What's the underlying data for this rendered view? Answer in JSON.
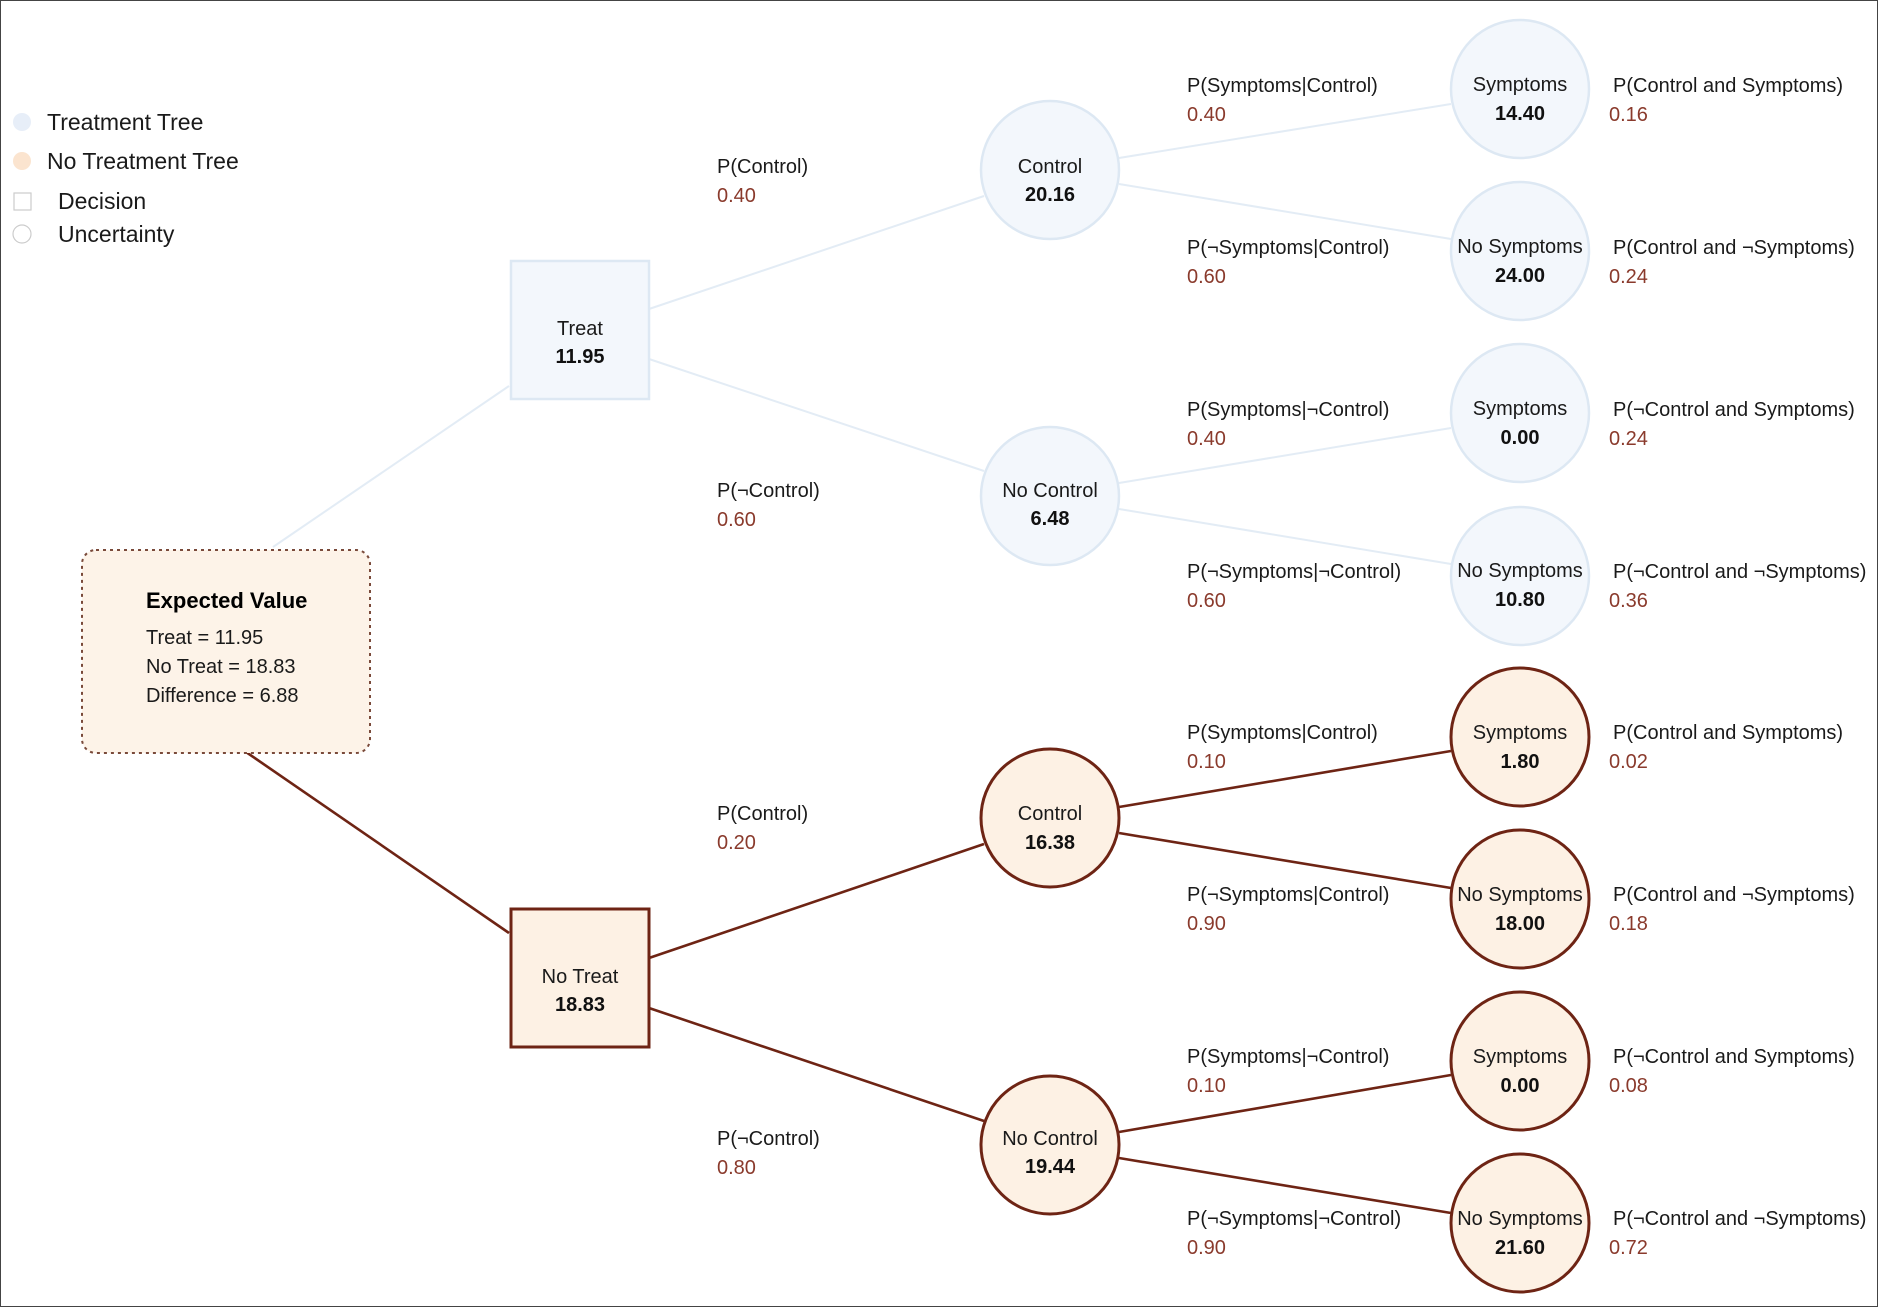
{
  "legend": {
    "treatment_tree": "Treatment Tree",
    "no_treatment_tree": "No Treatment Tree",
    "decision": "Decision",
    "uncertainty": "Uncertainty"
  },
  "colors": {
    "treatment_fill": "#f3f7fc",
    "treatment_stroke": "#dde8f3",
    "no_treatment_fill": "#fdf1e4",
    "no_treatment_stroke": "#6e2414",
    "probability_value": "#8a3a2c"
  },
  "expected_value": {
    "title": "Expected Value",
    "treat": "Treat = 11.95",
    "no_treat": "No Treat = 18.83",
    "difference": "Difference = 6.88"
  },
  "treatment_tree": {
    "decision": {
      "label": "Treat",
      "value": "11.95"
    },
    "control_branch": {
      "prob_label": "P(Control)",
      "prob_value": "0.40",
      "node": {
        "label": "Control",
        "value": "20.16"
      },
      "symptoms": {
        "prob_label": "P(Symptoms|Control)",
        "prob_value": "0.40",
        "node": {
          "label": "Symptoms",
          "value": "14.40"
        },
        "joint_label": "P(Control and Symptoms)",
        "joint_value": "0.16"
      },
      "no_symptoms": {
        "prob_label": "P(¬Symptoms|Control)",
        "prob_value": "0.60",
        "node": {
          "label": "No Symptoms",
          "value": "24.00"
        },
        "joint_label": "P(Control and ¬Symptoms)",
        "joint_value": "0.24"
      }
    },
    "no_control_branch": {
      "prob_label": "P(¬Control)",
      "prob_value": "0.60",
      "node": {
        "label": "No Control",
        "value": "6.48"
      },
      "symptoms": {
        "prob_label": "P(Symptoms|¬Control)",
        "prob_value": "0.40",
        "node": {
          "label": "Symptoms",
          "value": "0.00"
        },
        "joint_label": "P(¬Control and Symptoms)",
        "joint_value": "0.24"
      },
      "no_symptoms": {
        "prob_label": "P(¬Symptoms|¬Control)",
        "prob_value": "0.60",
        "node": {
          "label": "No Symptoms",
          "value": "10.80"
        },
        "joint_label": "P(¬Control and ¬Symptoms)",
        "joint_value": "0.36"
      }
    }
  },
  "no_treatment_tree": {
    "decision": {
      "label": "No Treat",
      "value": "18.83"
    },
    "control_branch": {
      "prob_label": "P(Control)",
      "prob_value": "0.20",
      "node": {
        "label": "Control",
        "value": "16.38"
      },
      "symptoms": {
        "prob_label": "P(Symptoms|Control)",
        "prob_value": "0.10",
        "node": {
          "label": "Symptoms",
          "value": "1.80"
        },
        "joint_label": "P(Control and Symptoms)",
        "joint_value": "0.02"
      },
      "no_symptoms": {
        "prob_label": "P(¬Symptoms|Control)",
        "prob_value": "0.90",
        "node": {
          "label": "No Symptoms",
          "value": "18.00"
        },
        "joint_label": "P(Control and ¬Symptoms)",
        "joint_value": "0.18"
      }
    },
    "no_control_branch": {
      "prob_label": "P(¬Control)",
      "prob_value": "0.80",
      "node": {
        "label": "No Control",
        "value": "19.44"
      },
      "symptoms": {
        "prob_label": "P(Symptoms|¬Control)",
        "prob_value": "0.10",
        "node": {
          "label": "Symptoms",
          "value": "0.00"
        },
        "joint_label": "P(¬Control and Symptoms)",
        "joint_value": "0.08"
      },
      "no_symptoms": {
        "prob_label": "P(¬Symptoms|¬Control)",
        "prob_value": "0.90",
        "node": {
          "label": "No Symptoms",
          "value": "21.60"
        },
        "joint_label": "P(¬Control and ¬Symptoms)",
        "joint_value": "0.72"
      }
    }
  }
}
